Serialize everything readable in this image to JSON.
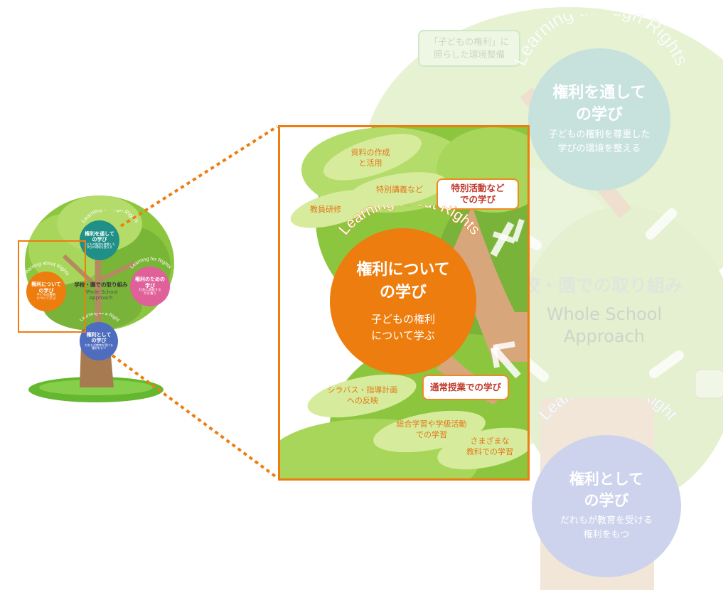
{
  "small_tree": {
    "top": {
      "title": "権利を通して\nの学び",
      "sub": "子どもの権利を尊重した\n学びの環境を整える"
    },
    "left": {
      "title": "権利について\nの学び",
      "sub": "子どもの権利\nについて学ぶ"
    },
    "right": {
      "title": "権利のための\n学び",
      "sub": "社会に貢献する\n力を養う"
    },
    "bottom": {
      "title": "権利として\nの学び",
      "sub": "だれもが教育を受ける\n権利をもつ"
    },
    "center": {
      "jp": "学校・園での取り組み",
      "en": "Whole School\nApproach"
    },
    "arc_top": "Learning through Rights",
    "arc_left": "Learning about Rights",
    "arc_right": "Learning for Rights",
    "arc_bottom": "Learning as a Right"
  },
  "zoom": {
    "arc": "Learning about Rights",
    "circle_title": "権利について\nの学び",
    "circle_sub": "子どもの権利\nについて学ぶ",
    "leaves": [
      "資料の作成\nと活用",
      "特別講義など",
      "教員研修",
      "シラバス・指導計画\nへの反映",
      "総合学習や学級活動\nでの学習",
      "さまざまな\n教科での学習"
    ],
    "tags": [
      "特別活動など\nでの学び",
      "通常授業での学び"
    ]
  },
  "bg": {
    "tag": "「子どもの権利」に\n照らした環境整備",
    "arc_top": "Learning through Rights",
    "top_title": "権利を通して\nの学び",
    "top_sub": "子どもの権利を尊重した\n学びの環境を整える",
    "center_jp": "学校・園での取り組み",
    "center_en": "Whole School\nApproach",
    "arc_bottom": "Learning as a Right",
    "bottom_title": "権利として\nの学び",
    "bottom_sub": "だれもが教育を受ける\n権利をもつ"
  },
  "colors": {
    "orange": "#ee7d0f",
    "teal": "#1f8f88",
    "pink": "#e0609a",
    "blue": "#4f6dbf",
    "leaf_green": "#8dc63f",
    "grass": "#64b82f"
  }
}
